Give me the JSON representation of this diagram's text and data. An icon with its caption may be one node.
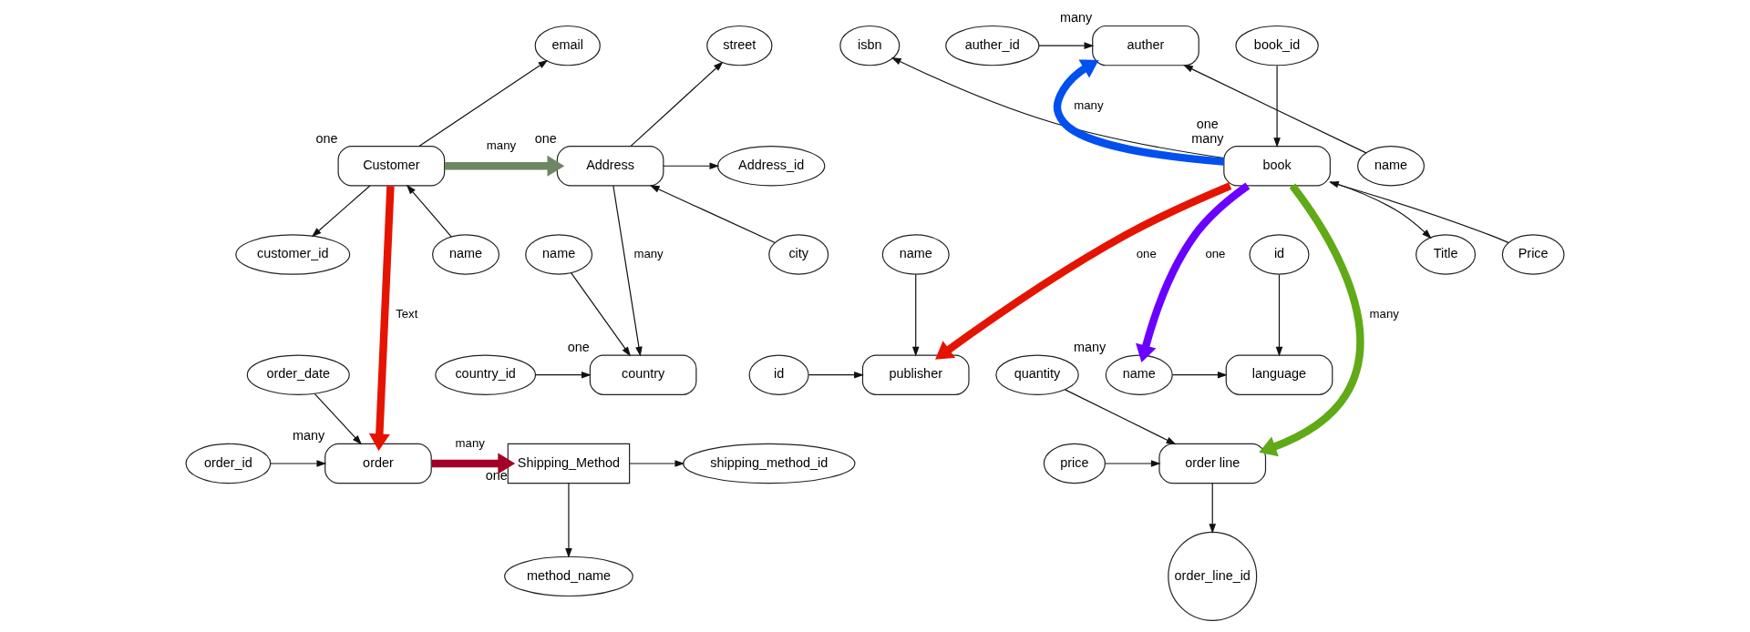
{
  "diagram": {
    "nodes": [
      {
        "text": [
          "Customer"
        ],
        "beside": [
          "one"
        ]
      },
      {
        "text": [
          "email"
        ]
      },
      {
        "text": [
          "customer_id"
        ]
      },
      {
        "text": [
          "name"
        ]
      },
      {
        "text": [
          "Address"
        ],
        "beside": [
          "one"
        ]
      },
      {
        "text": [
          "street"
        ]
      },
      {
        "text": [
          "Address_id"
        ]
      },
      {
        "text": [
          "city"
        ]
      },
      {
        "text": [
          "country"
        ],
        "beside": [
          "one"
        ]
      },
      {
        "text": [
          "country_id"
        ]
      },
      {
        "text": [
          "name"
        ]
      },
      {
        "text": [
          "book"
        ],
        "beside": [
          "one",
          "many"
        ]
      },
      {
        "text": [
          "book_id"
        ]
      },
      {
        "text": [
          "isbn"
        ]
      },
      {
        "text": [
          "Price"
        ]
      },
      {
        "text": [
          "Title"
        ]
      },
      {
        "text": [
          "publisher"
        ]
      },
      {
        "text": [
          "id"
        ]
      },
      {
        "text": [
          "name"
        ]
      },
      {
        "text": [
          "auther"
        ],
        "beside": [
          "many"
        ]
      },
      {
        "text": [
          "auther_id"
        ]
      },
      {
        "text": [
          "name"
        ]
      },
      {
        "text": [
          "name"
        ],
        "beside": [
          "many"
        ]
      },
      {
        "text": [
          "language"
        ]
      },
      {
        "text": [
          "id"
        ]
      },
      {
        "text": [
          "order line"
        ]
      },
      {
        "text": [
          "price"
        ]
      },
      {
        "text": [
          "quantity"
        ]
      },
      {
        "text": [
          "order_line_id"
        ]
      },
      {
        "text": [
          "order"
        ],
        "beside": [
          "many"
        ]
      },
      {
        "text": [
          "order_id"
        ]
      },
      {
        "text": [
          "order_date"
        ]
      },
      {
        "text": [
          "Shipping_Method"
        ],
        "beside": [
          "one"
        ]
      },
      {
        "text": [
          "method_name"
        ]
      },
      {
        "text": [
          "shipping_method_id"
        ]
      }
    ],
    "edges": [
      {
        "from": 0,
        "to": 1,
        "arrow": "to"
      },
      {
        "from": 0,
        "to": 2,
        "arrow": "to"
      },
      {
        "from": 3,
        "to": 0,
        "arrow": "to"
      },
      {
        "from": 0,
        "to": 4,
        "arrow": "to",
        "label": "many",
        "style": "thick",
        "color": "#6d8764"
      },
      {
        "from": 4,
        "to": 5,
        "arrow": "to"
      },
      {
        "from": 4,
        "to": 6,
        "arrow": "to"
      },
      {
        "from": 7,
        "to": 4,
        "arrow": "to"
      },
      {
        "from": 4,
        "to": 8,
        "arrow": "to",
        "label": "many"
      },
      {
        "from": 9,
        "to": 8,
        "arrow": "to"
      },
      {
        "from": 10,
        "to": 8,
        "arrow": "to"
      },
      {
        "from": 0,
        "to": 29,
        "arrow": "to",
        "label": "Text",
        "style": "thick",
        "color": "#e51400"
      },
      {
        "from": 12,
        "to": 11,
        "arrow": "to"
      },
      {
        "from": 11,
        "to": 13,
        "arrow": "to"
      },
      {
        "from": 14,
        "to": 11,
        "arrow": "to"
      },
      {
        "from": 11,
        "to": 15,
        "arrow": "to"
      },
      {
        "from": 11,
        "to": 19,
        "arrow": "to",
        "label": "many",
        "style": "thick",
        "color": "#0050ef"
      },
      {
        "from": 11,
        "to": 22,
        "arrow": "to",
        "label": "one",
        "style": "thick",
        "color": "#6a00ff"
      },
      {
        "from": 11,
        "to": 25,
        "arrow": "to",
        "label": "many",
        "style": "thick",
        "color": "#60a917"
      },
      {
        "from": 11,
        "to": 16,
        "arrow": "to",
        "label": "one",
        "style": "thick",
        "color": "#e51400"
      },
      {
        "from": 17,
        "to": 16,
        "arrow": "to"
      },
      {
        "from": 18,
        "to": 16,
        "arrow": "to"
      },
      {
        "from": 20,
        "to": 19,
        "arrow": "to"
      },
      {
        "from": 21,
        "to": 19,
        "arrow": "to"
      },
      {
        "from": 22,
        "to": 23,
        "arrow": "to"
      },
      {
        "from": 24,
        "to": 23,
        "arrow": "to"
      },
      {
        "from": 26,
        "to": 25,
        "arrow": "to"
      },
      {
        "from": 27,
        "to": 25,
        "arrow": "to"
      },
      {
        "from": 25,
        "to": 28,
        "arrow": "to"
      },
      {
        "from": 30,
        "to": 29,
        "arrow": "to"
      },
      {
        "from": 31,
        "to": 29,
        "arrow": "to"
      },
      {
        "from": 29,
        "to": 32,
        "arrow": "to",
        "label": "many",
        "style": "thick",
        "color": "#a20025"
      },
      {
        "from": 32,
        "to": 33,
        "arrow": "to"
      },
      {
        "from": 32,
        "to": 34,
        "arrow": "to"
      }
    ]
  }
}
